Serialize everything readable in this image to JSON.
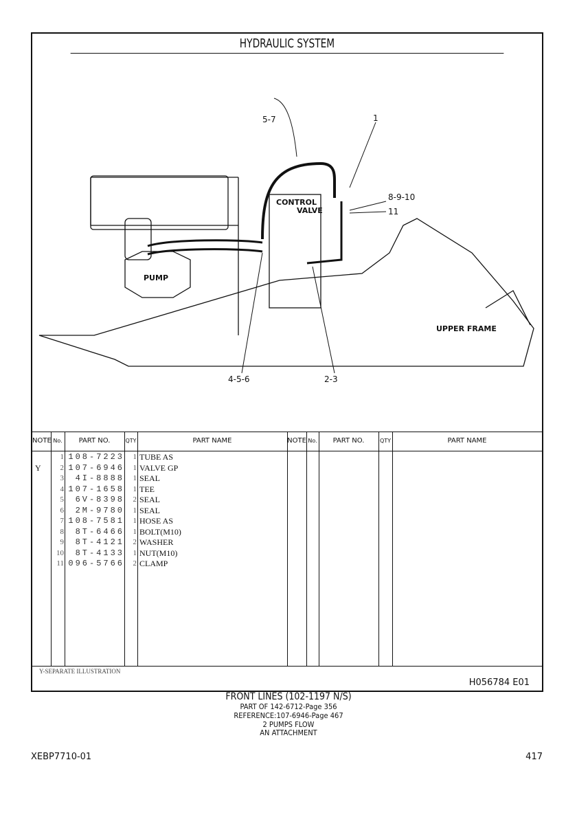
{
  "title": "HYDRAULIC SYSTEM",
  "illustration": {
    "labels": {
      "l1": "5-7",
      "l2": "1",
      "l3": "8-9-10",
      "l4": "11",
      "l5": "4-5-6",
      "l6": "2-3",
      "control": "CONTROL",
      "valve": "VALVE",
      "pump": "PUMP",
      "frame": "UPPER FRAME"
    }
  },
  "table": {
    "headers": {
      "note": "NOTE",
      "no": "No.",
      "part_no": "PART NO.",
      "qty": "QTY",
      "part_name": "PART NAME"
    },
    "rows": [
      {
        "note": "",
        "no": "1",
        "part_no": "108-7223",
        "qty": "1",
        "name": "TUBE AS"
      },
      {
        "note": "Y",
        "no": "2",
        "part_no": "107-6946",
        "qty": "1",
        "name": "VALVE GP"
      },
      {
        "note": "",
        "no": "3",
        "part_no": "4I-8888",
        "qty": "1",
        "name": "SEAL"
      },
      {
        "note": "",
        "no": "4",
        "part_no": "107-1658",
        "qty": "1",
        "name": "TEE"
      },
      {
        "note": "",
        "no": "5",
        "part_no": "6V-8398",
        "qty": "2",
        "name": "SEAL"
      },
      {
        "note": "",
        "no": "6",
        "part_no": "2M-9780",
        "qty": "1",
        "name": "SEAL"
      },
      {
        "note": "",
        "no": "7",
        "part_no": "108-7581",
        "qty": "1",
        "name": "HOSE AS"
      },
      {
        "note": "",
        "no": "8",
        "part_no": "8T-6466",
        "qty": "1",
        "name": "BOLT(M10)"
      },
      {
        "note": "",
        "no": "9",
        "part_no": "8T-4121",
        "qty": "2",
        "name": "WASHER"
      },
      {
        "note": "",
        "no": "10",
        "part_no": "8T-4133",
        "qty": "1",
        "name": "NUT(M10)"
      },
      {
        "note": "",
        "no": "11",
        "part_no": "096-5766",
        "qty": "2",
        "name": "CLAMP"
      }
    ]
  },
  "footer": {
    "separate": "Y-SEPARATE ILLUSTRATION",
    "code": "H056784  E01"
  },
  "caption": {
    "line1": "FRONT LINES (102-1197 N/S)",
    "line2": "PART OF 142-6712-Page 356",
    "line3": "REFERENCE:107-6946-Page 467",
    "line4": "2 PUMPS FLOW",
    "line5": "AN ATTACHMENT"
  },
  "doc_id": "XEBP7710-01",
  "page_number": "417"
}
